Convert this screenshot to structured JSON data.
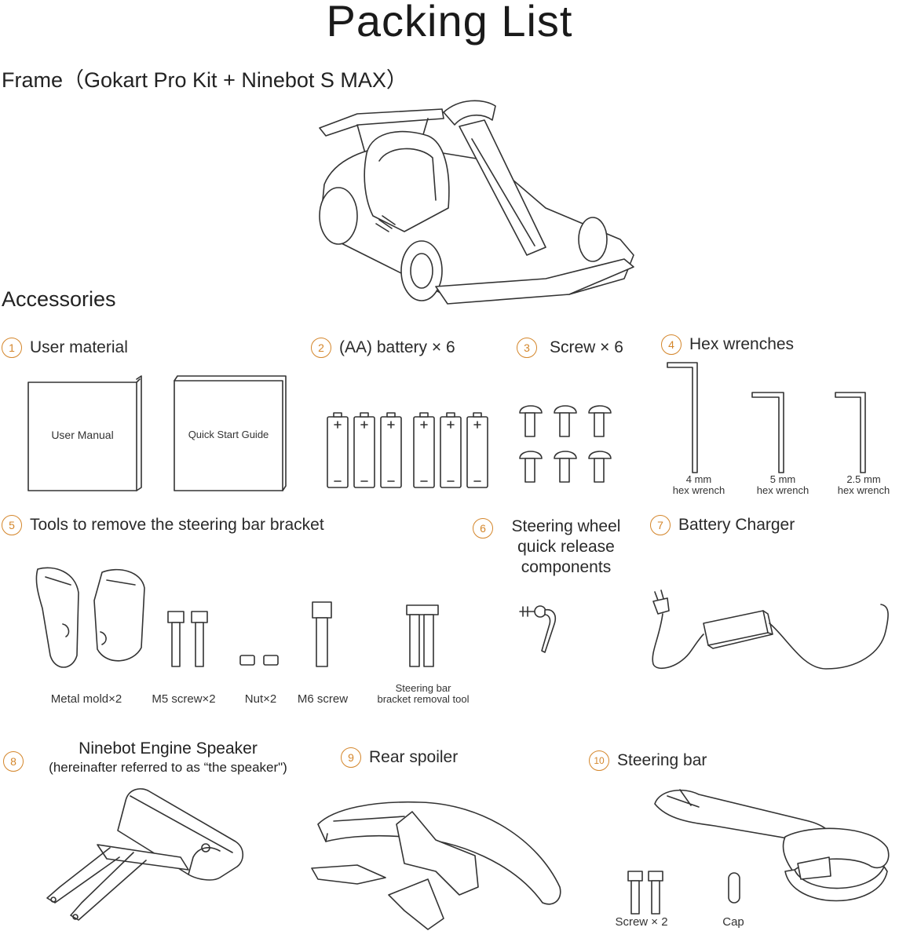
{
  "title": "Packing List",
  "frame": {
    "heading": "Frame（Gokart Pro Kit + Ninebot S MAX）"
  },
  "accessories": {
    "heading": "Accessories"
  },
  "items": [
    {
      "num": "1",
      "label": "User material",
      "manual": "User Manual",
      "guide": "Quick Start Guide"
    },
    {
      "num": "2",
      "label": "(AA) battery × 6"
    },
    {
      "num": "3",
      "label": "Screw × 6"
    },
    {
      "num": "4",
      "label": "Hex wrenches",
      "wrenches": [
        {
          "size": "4 mm",
          "name": "hex wrench"
        },
        {
          "size": "5 mm",
          "name": "hex wrench"
        },
        {
          "size": "2.5 mm",
          "name": "hex wrench"
        }
      ]
    },
    {
      "num": "5",
      "label": "Tools to remove the steering bar bracket",
      "parts": [
        "Metal mold×2",
        "M5 screw×2",
        "Nut×2",
        "M6 screw",
        "Steering bar",
        "bracket removal tool"
      ]
    },
    {
      "num": "6",
      "label_lines": [
        "Steering wheel",
        "quick release",
        "components"
      ]
    },
    {
      "num": "7",
      "label": "Battery Charger"
    },
    {
      "num": "8",
      "label": "Ninebot Engine Speaker",
      "sublabel": "(hereinafter referred to as “the speaker\")"
    },
    {
      "num": "9",
      "label": "Rear spoiler"
    },
    {
      "num": "10",
      "label": "Steering bar",
      "parts": [
        "Screw × 2",
        "Cap"
      ]
    }
  ]
}
